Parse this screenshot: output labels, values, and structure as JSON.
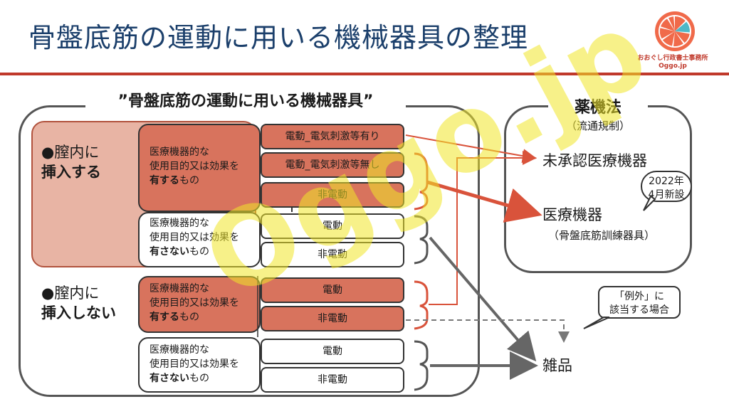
{
  "header": {
    "title": "骨盤底筋の運動に用いる機械器具の整理",
    "logo_text": "おおぐし行政書士事務所",
    "logo_site": "Oggo.jp"
  },
  "watermark": "Oggo.jp",
  "main_group": {
    "label": "”骨盤底筋の運動に用いる機械器具”",
    "insert": {
      "line1": "●膣内に",
      "line2": "挿入する"
    },
    "no_insert": {
      "line1": "●膣内に",
      "line2": "挿入しない"
    },
    "purpose_has": {
      "line1": "医療機器的な",
      "line2": "使用目的又は効果を",
      "line3_bold": "有する",
      "line3_rest": "もの"
    },
    "purpose_none": {
      "line1": "医療機器的な",
      "line2": "使用目的又は効果を",
      "line3_bold": "有さない",
      "line3_rest": "もの"
    },
    "cells": {
      "powered_stim": "電動_電気刺激等有り",
      "powered_nostim": "電動_電気刺激等無し",
      "non_powered": "非電動",
      "powered": "電動"
    }
  },
  "law": {
    "title": "薬機法",
    "subtitle": "（流通規制）",
    "unapproved": "未承認医療機器",
    "device": "医療機器",
    "device_sub": "（骨盤底筋訓練器具）"
  },
  "goods": "雑品",
  "bubble_2022": {
    "line1": "2022年",
    "line2": "4月新設"
  },
  "bubble_exception": {
    "line1": "「例外」に",
    "line2": "該当する場合"
  },
  "colors": {
    "title_blue": "#1b3f6b",
    "accent_red": "#c0392b",
    "cell_red": "#d8735d",
    "zone_pink": "#e8b4a4",
    "arrow_red": "#d9533b",
    "arrow_gray": "#666666"
  }
}
